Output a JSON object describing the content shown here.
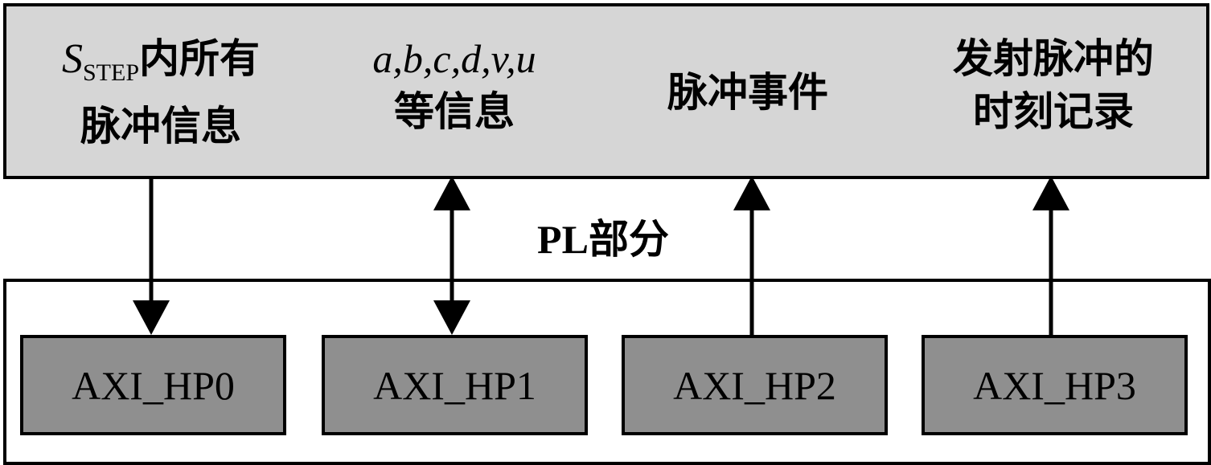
{
  "top_panel": {
    "items": [
      {
        "line1_symbol": "S",
        "line1_subscript": "STEP",
        "line1_text": "内所有",
        "line2": "脉冲信息"
      },
      {
        "line1": "a,b,c,d,v,u",
        "line2": "等信息"
      },
      {
        "line1": "脉冲事件"
      },
      {
        "line1": "发射脉冲的",
        "line2": "时刻记录"
      }
    ]
  },
  "pl_section": {
    "label": "PL部分",
    "ports": [
      "AXI_HP0",
      "AXI_HP1",
      "AXI_HP2",
      "AXI_HP3"
    ]
  },
  "connections": [
    {
      "from": "top_panel",
      "to": "AXI_HP0",
      "direction": "down"
    },
    {
      "from": "top_panel",
      "to": "AXI_HP1",
      "direction": "both"
    },
    {
      "from": "AXI_HP2",
      "to": "top_panel",
      "direction": "up"
    },
    {
      "from": "AXI_HP3",
      "to": "top_panel",
      "direction": "up"
    }
  ],
  "colors": {
    "top_panel_fill": "#d6d6d6",
    "port_fill": "#8f8f8f",
    "stroke": "#000000"
  }
}
